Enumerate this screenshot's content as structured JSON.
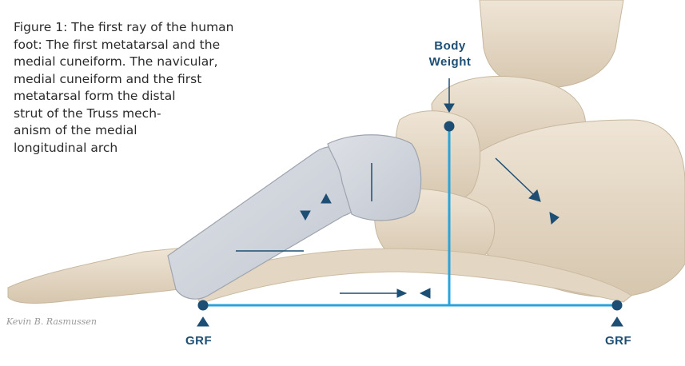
{
  "caption": {
    "lines": [
      "Figure 1: The first ray of the human",
      "foot: The first metatarsal and the",
      "medial cuneiform. The navicular,",
      "medial cuneiform and the first",
      "metatarsal form the distal",
      "strut of the Truss mech-",
      "anism of the medial",
      "longitudinal arch"
    ]
  },
  "labels": {
    "body_weight_line1": "Body",
    "body_weight_line2": "Weight",
    "grf_left": "GRF",
    "grf_right": "GRF"
  },
  "signature": "Kevin B. Rasmussen",
  "colors": {
    "accent_line": "#29a3d8",
    "arrow": "#1d4e74",
    "bone": "#e8dccb",
    "bone_shadow": "#cdbfa9",
    "highlight_bone": "#cfd3da"
  }
}
